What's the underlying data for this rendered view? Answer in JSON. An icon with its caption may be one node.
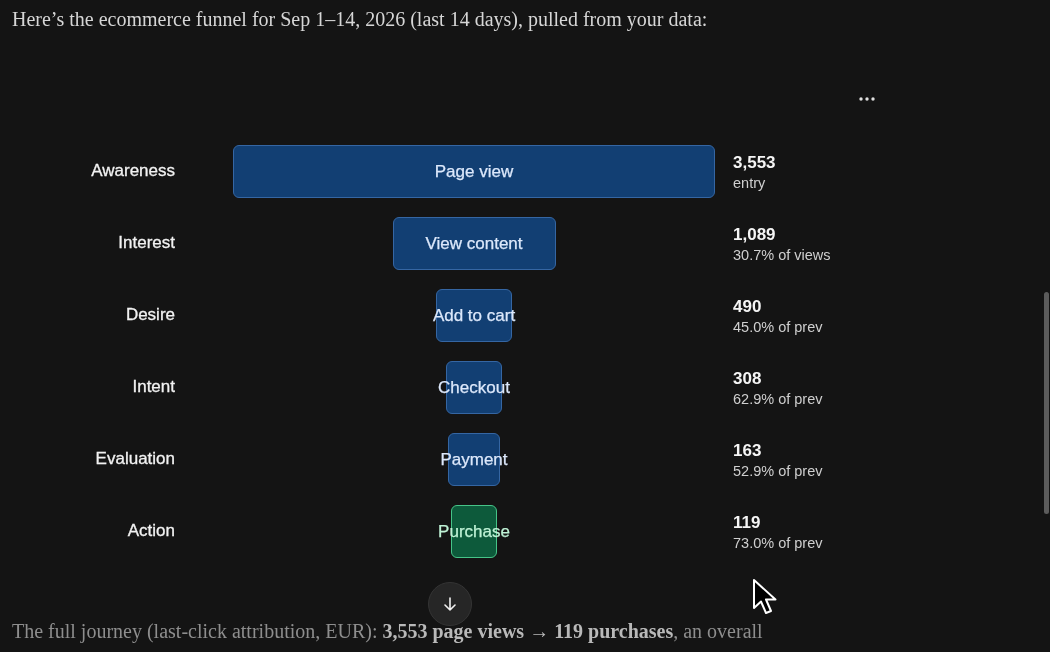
{
  "diagram": {
    "nodes": [
      {
        "text": [
          "Page view"
        ],
        "beside": [
          "3,553",
          "entry"
        ]
      },
      {
        "text": [
          "View content"
        ],
        "beside": [
          "1,089",
          "30.7% of views"
        ]
      },
      {
        "text": [
          "Add to cart"
        ],
        "beside": [
          "490",
          "45.0% of prev"
        ]
      },
      {
        "text": [
          "Checkout"
        ],
        "beside": [
          "308",
          "62.9% of prev"
        ]
      },
      {
        "text": [
          "Payment"
        ],
        "beside": [
          "163",
          "52.9% of prev"
        ]
      },
      {
        "text": [
          "Purchase"
        ],
        "beside": [
          "119",
          "73.0% of prev"
        ]
      }
    ],
    "labels": [
      "Here’s the ecommerce funnel for Sep 1–14, 2026 (last 14 days), pulled from your data:",
      "Awareness",
      "Interest",
      "Desire",
      "Intent",
      "Evaluation",
      "Action",
      "The full journey (last-click attribution, EUR): **3,553 page views → 119 purchases**, an overall"
    ]
  }
}
